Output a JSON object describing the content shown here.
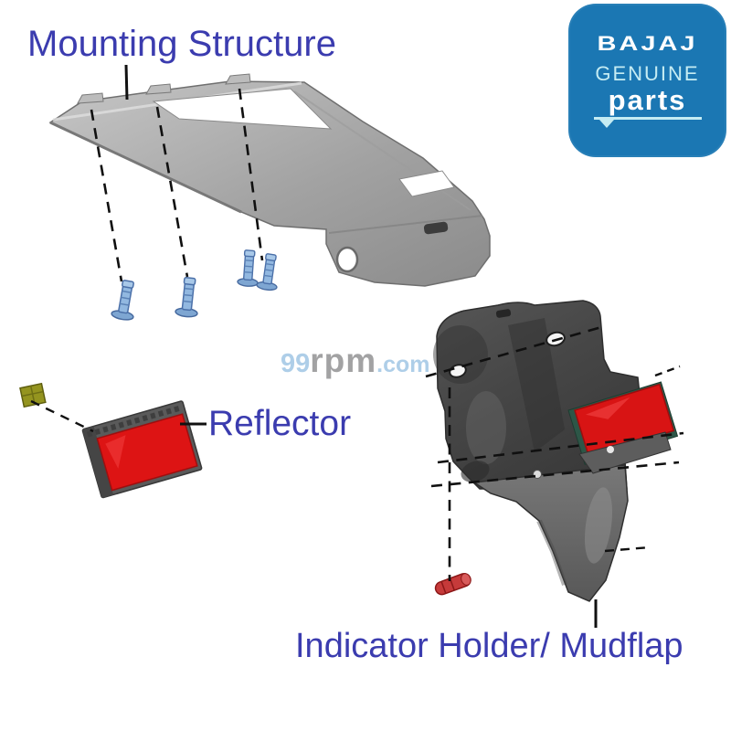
{
  "labels": {
    "mounting_structure": "Mounting Structure",
    "reflector": "Reflector",
    "indicator_holder": "Indicator Holder/ Mudflap",
    "color": "#3b3caf"
  },
  "badge": {
    "brand": "BAJAJ",
    "line2": "GENUINE",
    "line3": "parts",
    "background_color": "#1b77b3",
    "text_color": "#ffffff",
    "accent_color": "#c5ecf3"
  },
  "watermark": {
    "part1": "99",
    "part2": "rpm",
    "part3": ".com",
    "number_color": "#a6c9e6",
    "rpm_color": "#98989a"
  },
  "parts": {
    "mounting_bracket": {
      "label": "Mounting Structure",
      "body_color": "#a9a9a9",
      "screw_count": 4,
      "screw_color": "#92b8e0"
    },
    "reflector": {
      "label": "Reflector",
      "face_color": "#d81414",
      "frame_color": "#5a5a5a",
      "nut_color": "#94941f"
    },
    "indicator_holder": {
      "label": "Indicator Holder/ Mudflap",
      "body_color": "#454545",
      "flap_color": "#6e6e6e",
      "reflector_color": "#d81414",
      "clip_color": "#c63a3a"
    }
  }
}
